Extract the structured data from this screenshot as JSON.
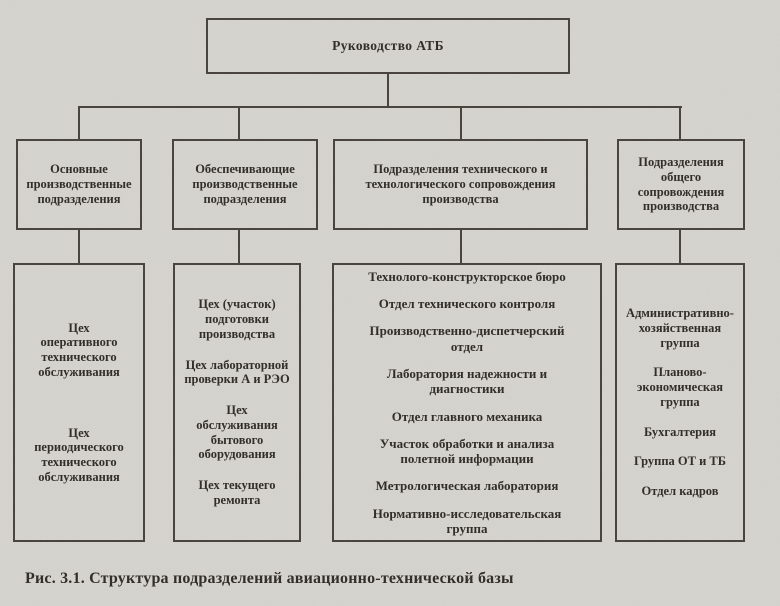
{
  "root": {
    "label": "Руководство АТБ"
  },
  "columns": [
    {
      "header": "Основные\nпроизводственные\nподразделения",
      "items": [
        "Цех\nоперативного\nтехнического\nобслуживания",
        "Цех\nпериодического\nтехнического\nобслуживания"
      ]
    },
    {
      "header": "Обеспечивающие\nпроизводственные\nподразделения",
      "items": [
        "Цех (участок)\nподготовки\nпроизводства",
        "Цех лабораторной\nпроверки А и РЭО",
        "Цех\nобслуживания\nбытового\nоборудования",
        "Цех текущего\nремонта"
      ]
    },
    {
      "header": "Подразделения технического и\nтехнологического сопровождения\nпроизводства",
      "items": [
        "Технолого-конструкторское бюро",
        "Отдел технического контроля",
        "Производственно-диспетчерский\nотдел",
        "Лаборатория надежности и\nдиагностики",
        "Отдел главного механика",
        "Участок обработки и анализа\nполетной информации",
        "Метрологическая лаборатория",
        "Нормативно-исследовательская\nгруппа"
      ]
    },
    {
      "header": "Подразделения\nобщего\nсопровождения\nпроизводства",
      "items": [
        "Административно-\nхозяйственная\nгруппа",
        "Планово-\nэкономическая\nгруппа",
        "Бухгалтерия",
        "Группа ОТ и ТБ",
        "Отдел кадров"
      ]
    }
  ],
  "caption": "Рис. 3.1. Структура подразделений авиационно-технической базы",
  "colors": {
    "paper": "#d8d6d1",
    "line": "#45413a",
    "text": "#2d2a25"
  }
}
